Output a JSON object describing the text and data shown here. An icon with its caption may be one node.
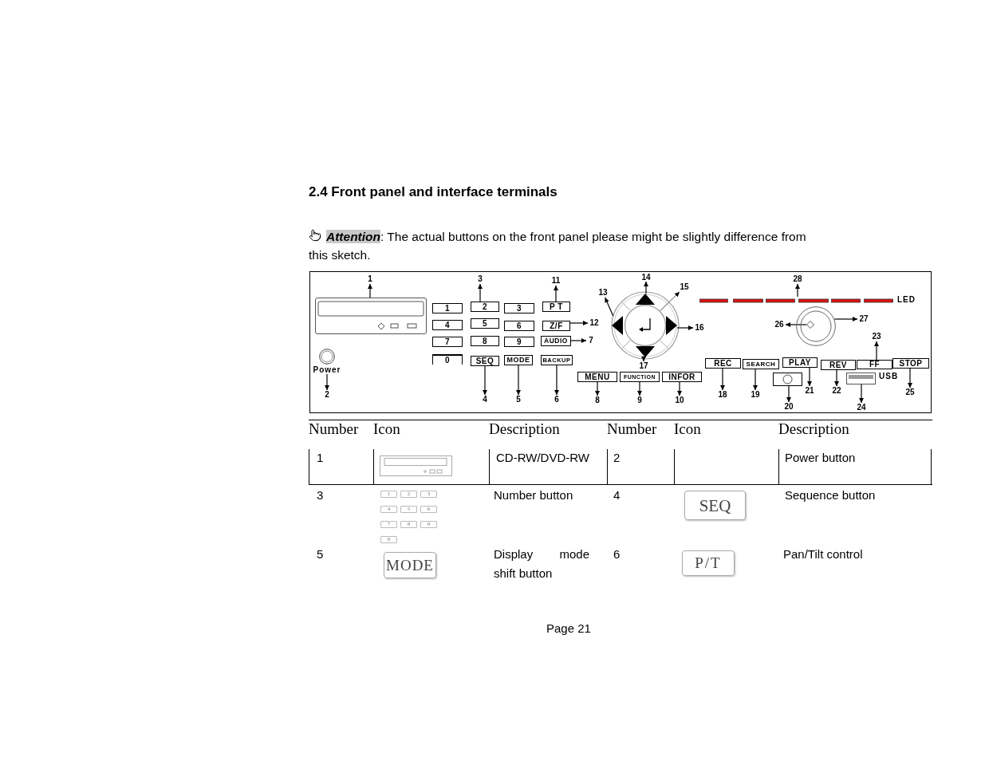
{
  "diagram": {
    "title": "2.4 Front panel and interface terminals",
    "nodes": [
      {
        "text": [],
        "shape": "box"
      },
      {
        "text": [],
        "shape": "box",
        "in": 0
      },
      {
        "text": [
          "1"
        ],
        "in": 0
      },
      {
        "text": [
          "Power"
        ],
        "in": 0
      },
      {
        "text": [
          "2"
        ],
        "in": 0
      },
      {
        "text": [
          "1"
        ],
        "in": 0
      },
      {
        "text": [
          "2"
        ],
        "in": 0
      },
      {
        "text": [
          "3"
        ],
        "in": 0
      },
      {
        "text": [
          "4"
        ],
        "in": 0
      },
      {
        "text": [
          "5"
        ],
        "in": 0
      },
      {
        "text": [
          "6"
        ],
        "in": 0
      },
      {
        "text": [
          "7"
        ],
        "in": 0
      },
      {
        "text": [
          "8"
        ],
        "in": 0
      },
      {
        "text": [
          "9"
        ],
        "in": 0
      },
      {
        "text": [
          "0"
        ],
        "in": 0
      },
      {
        "text": [
          "3"
        ],
        "in": 0
      },
      {
        "text": [
          "SEQ"
        ],
        "in": 0
      },
      {
        "text": [
          "MODE"
        ],
        "in": 0
      },
      {
        "text": [
          "BACKUP"
        ],
        "in": 0
      },
      {
        "text": [
          "4"
        ],
        "in": 0
      },
      {
        "text": [
          "5"
        ],
        "in": 0
      },
      {
        "text": [
          "6"
        ],
        "in": 0
      },
      {
        "text": [
          "P T"
        ],
        "in": 0
      },
      {
        "text": [
          "Z/F"
        ],
        "in": 0
      },
      {
        "text": [
          "AUDIO"
        ],
        "in": 0
      },
      {
        "text": [
          "11"
        ],
        "in": 0
      },
      {
        "text": [
          "12"
        ],
        "in": 0
      },
      {
        "text": [
          "7"
        ],
        "in": 0
      },
      {
        "text": [
          "13"
        ],
        "in": 0
      },
      {
        "text": [],
        "shape": "triangle",
        "in": 0
      },
      {
        "text": [],
        "shape": "triangle",
        "in": 0
      },
      {
        "text": [],
        "shape": "circle",
        "in": 0
      },
      {
        "text": [],
        "shape": "triangle",
        "in": 0
      },
      {
        "text": [],
        "shape": "triangle",
        "in": 0
      },
      {
        "text": [
          "14"
        ],
        "in": 0
      },
      {
        "text": [
          "15"
        ],
        "in": 0
      },
      {
        "text": [
          "16"
        ],
        "in": 0
      },
      {
        "text": [
          "17"
        ],
        "in": 0
      },
      {
        "text": [
          "MENU"
        ],
        "in": 0
      },
      {
        "text": [
          "FUNCTION"
        ],
        "in": 0
      },
      {
        "text": [
          "INFOR"
        ],
        "in": 0
      },
      {
        "text": [
          "8"
        ],
        "in": 0
      },
      {
        "text": [
          "9"
        ],
        "in": 0
      },
      {
        "text": [
          "10"
        ],
        "in": 0
      },
      {
        "text": [],
        "shape": "bar",
        "beside": [
          "LED"
        ],
        "in": 0
      },
      {
        "text": [
          "28"
        ],
        "in": 0
      },
      {
        "text": [],
        "shape": "circle",
        "in": 0
      },
      {
        "text": [],
        "shape": "diamond",
        "in": 46
      },
      {
        "text": [
          "26"
        ],
        "in": 0
      },
      {
        "text": [
          "27"
        ],
        "in": 0
      },
      {
        "text": [
          "23"
        ],
        "in": 0
      },
      {
        "text": [
          "REC"
        ],
        "in": 0
      },
      {
        "text": [
          "SEARCH"
        ],
        "in": 0
      },
      {
        "text": [
          "PLAY"
        ],
        "in": 0
      },
      {
        "text": [
          "REV"
        ],
        "in": 0
      },
      {
        "text": [
          "FF"
        ],
        "in": 0
      },
      {
        "text": [
          "STOP"
        ],
        "in": 0
      },
      {
        "text": [],
        "shape": "box",
        "in": 0
      },
      {
        "text": [],
        "shape": "box",
        "beside": [
          "USB"
        ],
        "in": 0
      },
      {
        "text": [
          "18"
        ],
        "in": 0
      },
      {
        "text": [
          "19"
        ],
        "in": 0
      },
      {
        "text": [
          "20"
        ],
        "in": 0
      },
      {
        "text": [
          "21"
        ],
        "in": 0
      },
      {
        "text": [
          "22"
        ],
        "in": 0
      },
      {
        "text": [
          "24"
        ],
        "in": 0
      },
      {
        "text": [
          "25"
        ],
        "in": 0
      }
    ],
    "edges": [
      {
        "from": 1,
        "to": 2,
        "arrow": "to"
      },
      {
        "from": 3,
        "to": 4,
        "arrow": "to"
      },
      {
        "from": 6,
        "to": 15,
        "arrow": "to"
      },
      {
        "from": 16,
        "to": 19,
        "arrow": "to"
      },
      {
        "from": 17,
        "to": 20,
        "arrow": "to"
      },
      {
        "from": 18,
        "to": 21,
        "arrow": "to"
      },
      {
        "from": 22,
        "to": 25,
        "arrow": "to"
      },
      {
        "from": 23,
        "to": 26,
        "arrow": "to"
      },
      {
        "from": 24,
        "to": 27,
        "arrow": "to"
      },
      {
        "from": 30,
        "to": 28,
        "arrow": "to"
      },
      {
        "from": 29,
        "to": 34,
        "arrow": "to"
      },
      {
        "from": 31,
        "to": 35,
        "arrow": "to",
        "color": "#999999"
      },
      {
        "from": 32,
        "to": 36,
        "arrow": "to"
      },
      {
        "from": 33,
        "to": 37,
        "arrow": "to"
      },
      {
        "from": 38,
        "to": 41,
        "arrow": "to"
      },
      {
        "from": 39,
        "to": 42,
        "arrow": "to"
      },
      {
        "from": 40,
        "to": 43,
        "arrow": "to"
      },
      {
        "from": 44,
        "to": 45,
        "arrow": "to"
      },
      {
        "from": 47,
        "to": 48,
        "arrow": "to"
      },
      {
        "from": 46,
        "to": 49,
        "arrow": "to"
      },
      {
        "from": 55,
        "to": 50,
        "arrow": "to"
      },
      {
        "from": 51,
        "to": 59,
        "arrow": "to"
      },
      {
        "from": 52,
        "to": 60,
        "arrow": "to"
      },
      {
        "from": 57,
        "to": 61,
        "arrow": "to"
      },
      {
        "from": 53,
        "to": 62,
        "arrow": "to"
      },
      {
        "from": 54,
        "to": 63,
        "arrow": "to"
      },
      {
        "from": 58,
        "to": 64,
        "arrow": "to"
      },
      {
        "from": 56,
        "to": 65,
        "arrow": "to"
      }
    ],
    "labels": [
      "**Attention**: The actual buttons on the front panel please might be slightly difference from this sketch.",
      "Number",
      "Icon",
      "Description",
      "Number",
      "Icon",
      "Description",
      "1",
      "CD-RW/DVD-RW",
      "2",
      "Power button",
      "3",
      "1",
      "2",
      "3",
      "4",
      "5",
      "6",
      "7",
      "8",
      "9",
      "0",
      "Number button",
      "4",
      "SEQ",
      "Sequence button",
      "5",
      "MODE",
      "Display mode shift button",
      "6",
      "P/T",
      "Pan/Tilt control",
      "Page 21"
    ]
  }
}
